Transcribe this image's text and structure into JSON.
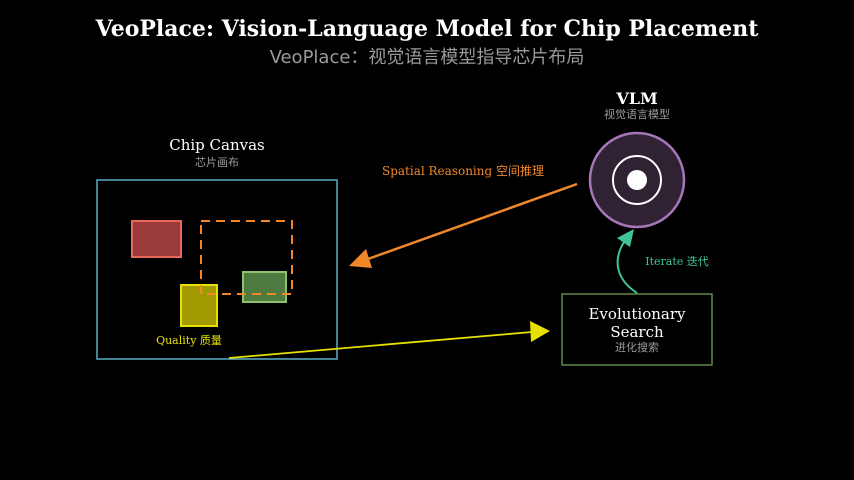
{
  "title": "VeoPlace: Vision-Language Model for Chip Placement",
  "subtitle": "VeoPlace：视觉语言模型指导芯片布局",
  "canvas": {
    "label": "Chip Canvas",
    "label_zh": "芯片画布",
    "quality_label": "Quality 质量"
  },
  "vlm": {
    "label": "VLM",
    "label_zh": "视觉语言模型"
  },
  "spatial": {
    "label": "Spatial Reasoning 空间推理"
  },
  "search": {
    "label_line1": "Evolutionary",
    "label_line2": "Search",
    "label_zh": "进化搜索"
  },
  "iterate": {
    "label": "Iterate 迭代"
  },
  "colors": {
    "canvas_border": "#5aaec8",
    "block_red": "#9b3a3a",
    "block_red_border": "#e8695a",
    "block_yellow": "#a09a00",
    "block_yellow_border": "#e8e000",
    "block_green": "#4f7a3f",
    "block_green_border": "#8fbf6f",
    "dashed": "#f0882a",
    "vlm_fill": "#2f2233",
    "vlm_border": "#a777b8",
    "spatial_arrow": "#f0882a",
    "quality_arrow": "#e8e000",
    "search_border": "#5d8a4a",
    "iterate_arrow": "#3fc49a"
  }
}
